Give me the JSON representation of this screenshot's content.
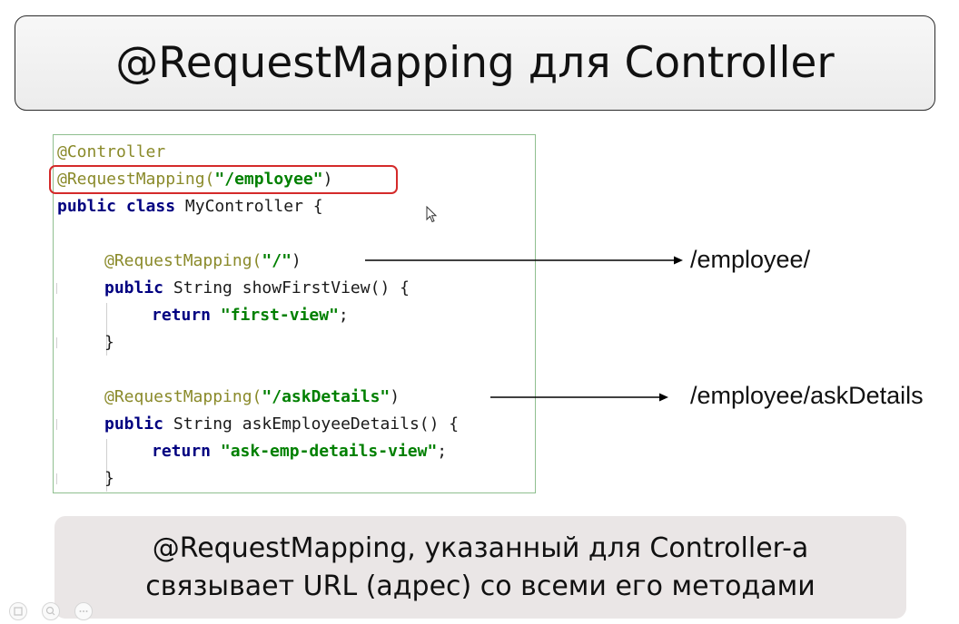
{
  "slide": {
    "title": "@RequestMapping для Controller",
    "code": {
      "class_annotation": "@Controller",
      "mapping_prefix": "@RequestMapping(",
      "mapping_value": "\"/employee\"",
      "mapping_suffix": ")",
      "class_kw1": "public",
      "class_kw2": "class",
      "class_name": " MyController {",
      "m1_ann_prefix": "@RequestMapping(",
      "m1_ann_value": "\"/\"",
      "m1_ann_suffix": ")",
      "m1_kw": "public",
      "m1_sig": " String showFirstView() {",
      "m1_return_kw": "return",
      "m1_return_value": "\"first-view\"",
      "m1_return_end": ";",
      "m1_close": "}",
      "m2_ann_prefix": "@RequestMapping(",
      "m2_ann_value": "\"/askDetails\"",
      "m2_ann_suffix": ")",
      "m2_kw": "public",
      "m2_sig": " String askEmployeeDetails() {",
      "m2_return_kw": "return",
      "m2_return_value": "\"ask-emp-details-view\"",
      "m2_return_end": ";",
      "m2_close": "}"
    },
    "urls": {
      "first": "/employee/",
      "second": "/employee/askDetails"
    },
    "caption": {
      "line1": "@RequestMapping, указанный для Controller-a",
      "line2": "связывает URL (адрес) со всеми его методами"
    },
    "icons": [
      "mouse-cursor-icon",
      "slide-view-icon",
      "zoom-icon",
      "more-options-icon"
    ],
    "colors": {
      "highlight": "#d42a2a",
      "annotation": "#8a8a2a",
      "keyword": "#000080",
      "string": "#008000",
      "caption_bg": "#eae6e6"
    }
  }
}
